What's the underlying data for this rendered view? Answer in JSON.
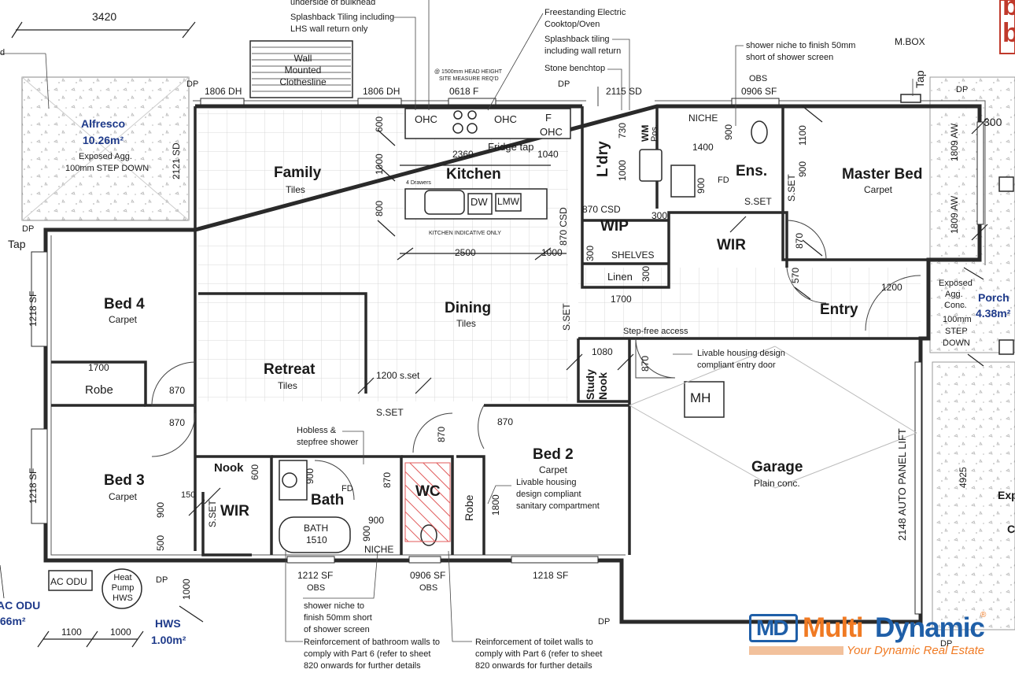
{
  "rooms": {
    "family": {
      "name": "Family",
      "finish": "Tiles"
    },
    "kitchen": {
      "name": "Kitchen"
    },
    "dining": {
      "name": "Dining",
      "finish": "Tiles"
    },
    "retreat": {
      "name": "Retreat",
      "finish": "Tiles"
    },
    "bed4": {
      "name": "Bed 4",
      "finish": "Carpet"
    },
    "bed3": {
      "name": "Bed 3",
      "finish": "Carpet"
    },
    "bed2": {
      "name": "Bed 2",
      "finish": "Carpet"
    },
    "master": {
      "name": "Master Bed",
      "finish": "Carpet"
    },
    "ens": {
      "name": "Ens."
    },
    "wir_master": {
      "name": "WIR"
    },
    "wir_bed3": {
      "name": "WIR"
    },
    "wip": {
      "name": "WIP"
    },
    "laundry": {
      "name": "L'dry"
    },
    "bath": {
      "name": "Bath"
    },
    "wc": {
      "name": "WC"
    },
    "entry": {
      "name": "Entry"
    },
    "garage": {
      "name": "Garage",
      "finish": "Plain conc."
    },
    "nook": {
      "name": "Nook"
    },
    "study_nook": {
      "name": "Study Nook"
    },
    "robe_bed4": {
      "name": "Robe"
    },
    "robe_bed2": {
      "name": "Robe"
    },
    "linen": {
      "name": "Linen"
    },
    "shelves": {
      "name": "SHELVES"
    }
  },
  "outdoor": {
    "alfresco": {
      "name": "Alfresco",
      "area": "10.26m²",
      "finish1": "Exposed Agg.",
      "finish2": "100mm STEP DOWN"
    },
    "porch": {
      "name": "Porch",
      "area": "4.38m²",
      "finish1": "Exposed",
      "finish2": "Agg.",
      "finish3": "Conc.",
      "finish4": "100mm",
      "finish5": "STEP",
      "finish6": "DOWN"
    },
    "hws": {
      "name": "HWS",
      "area": "1.00m²"
    },
    "ac_odu": {
      "name": "AC ODU",
      "area": ".66m²"
    },
    "expo": {
      "a": "Exp",
      "b": "C"
    }
  },
  "fixtures": {
    "ohc": "OHC",
    "f": "F",
    "dw": "DW",
    "lmw": "LMW",
    "drawers": "4 Drawers",
    "kitchen_indicative": "KITCHEN INDICATIVE ONLY",
    "head_height_1": "@ 1500mm HEAD HEIGHT",
    "head_height_2": "SITE MEASURE REQ'D",
    "fridge_tap": "Fridge tap",
    "wm": "WM",
    "pos": "Pos.",
    "niche": "NICHE",
    "bath": "BATH",
    "bath_len": "1510",
    "mh": "MH",
    "ac_odu": "AC ODU",
    "heat_pump": "Heat Pump HWS",
    "mbox": "M.BOX",
    "tap": "Tap",
    "clothesline": "Wall Mounted Clothesline",
    "fd": "FD"
  },
  "dims": {
    "d3420": "3420",
    "d1806a": "1806 DH",
    "d1806b": "1806 DH",
    "d0618": "0618 F",
    "d2115": "2115 SD",
    "d0906t": "0906 SF",
    "d300r": "300",
    "d2121": "2121 SD",
    "d1218a": "1218 SF",
    "d1218b": "1218 SF",
    "d2360": "2360",
    "d1040": "1040",
    "d1400": "1400",
    "d600": "600",
    "d1000a": "1000",
    "d800": "800",
    "d730": "730",
    "d1000b": "1000",
    "d900a": "900",
    "d900b": "900",
    "d900c": "900",
    "d1100": "1100",
    "d1809a": "1809 AW",
    "d1809b": "1809 AW",
    "d870csd1": "870 CSD",
    "d870csd2": "870 CSD",
    "d300a": "300",
    "d300b": "300",
    "d300c": "300",
    "d2500": "2500",
    "d1000c": "1000",
    "d1700a": "1700",
    "d1200": "1200",
    "d570": "570",
    "d870a": "870",
    "d870b": "870",
    "d870c": "870",
    "d870d": "870",
    "d870e": "870",
    "d870f": "870",
    "d870g": "870",
    "d1080": "1080",
    "d1700b": "1700",
    "d1200s": "1200 s.set",
    "sset1": "S.SET",
    "sset2": "S.SET",
    "sset3": "S.SET",
    "sset4": "S.SET",
    "sset5": "S.SET",
    "d150": "150",
    "d900d": "900",
    "d500": "500",
    "d600b": "600",
    "d900e": "900",
    "d900f": "900",
    "d900g": "900",
    "d1800": "1800",
    "d1212": "1212 SF",
    "d0906b": "0906 SF",
    "d1218c": "1218 SF",
    "obs1": "OBS",
    "obs2": "OBS",
    "obs3": "OBS",
    "d1000d": "1000",
    "d1100b": "1100",
    "d1000e": "1000",
    "d4925": "4925",
    "garage_door": "2148 AUTO PANEL LIFT",
    "dp": "DP"
  },
  "notes": {
    "bulkhead": "underside of bulkhead",
    "splash1": "Splashback Tiling including",
    "splash2": "LHS wall return only",
    "cooktop1": "Freestanding Electric",
    "cooktop2": "Cooktop/Oven",
    "splash3": "Splashback tiling",
    "splash4": "including wall return",
    "benchtop": "Stone benchtop",
    "niche1": "shower niche to finish 50mm",
    "niche2": "short of shower screen",
    "stepfree": "Step-free access",
    "entrydoor1": "Livable housing design",
    "entrydoor2": "compliant entry door",
    "hobless1": "Hobless &",
    "hobless2": "stepfree shower",
    "sanitary1": "Livable housing",
    "sanitary2": "design compliant",
    "sanitary3": "sanitary compartment",
    "bathniche1": "shower niche to",
    "bathniche2": "finish 50mm short",
    "bathniche3": "of shower screen",
    "reinf_bath1": "Reinforcement of bathroom walls to",
    "reinf_bath2": "comply with Part 6 (refer to sheet",
    "reinf_bath3": "820 onwards for further details",
    "reinf_wc1": "Reinforcement of toilet walls to",
    "reinf_wc2": "comply with Part 6 (refer to sheet",
    "reinf_wc3": "820 onwards for further details",
    "edge_d": "d"
  },
  "brand": {
    "mark": "MD",
    "word1": "Multi",
    "word2": "Dynamic",
    "reg": "®",
    "tagline": "Your Dynamic Real Estate",
    "corner1": "b",
    "corner2": "b"
  },
  "colors": {
    "blue_label": "#1e3a8a",
    "brand_blue": "#1f5fa8",
    "brand_orange": "#f07a23",
    "wall": "#2a2a2a",
    "wc_hatch": "#e05a5a"
  }
}
